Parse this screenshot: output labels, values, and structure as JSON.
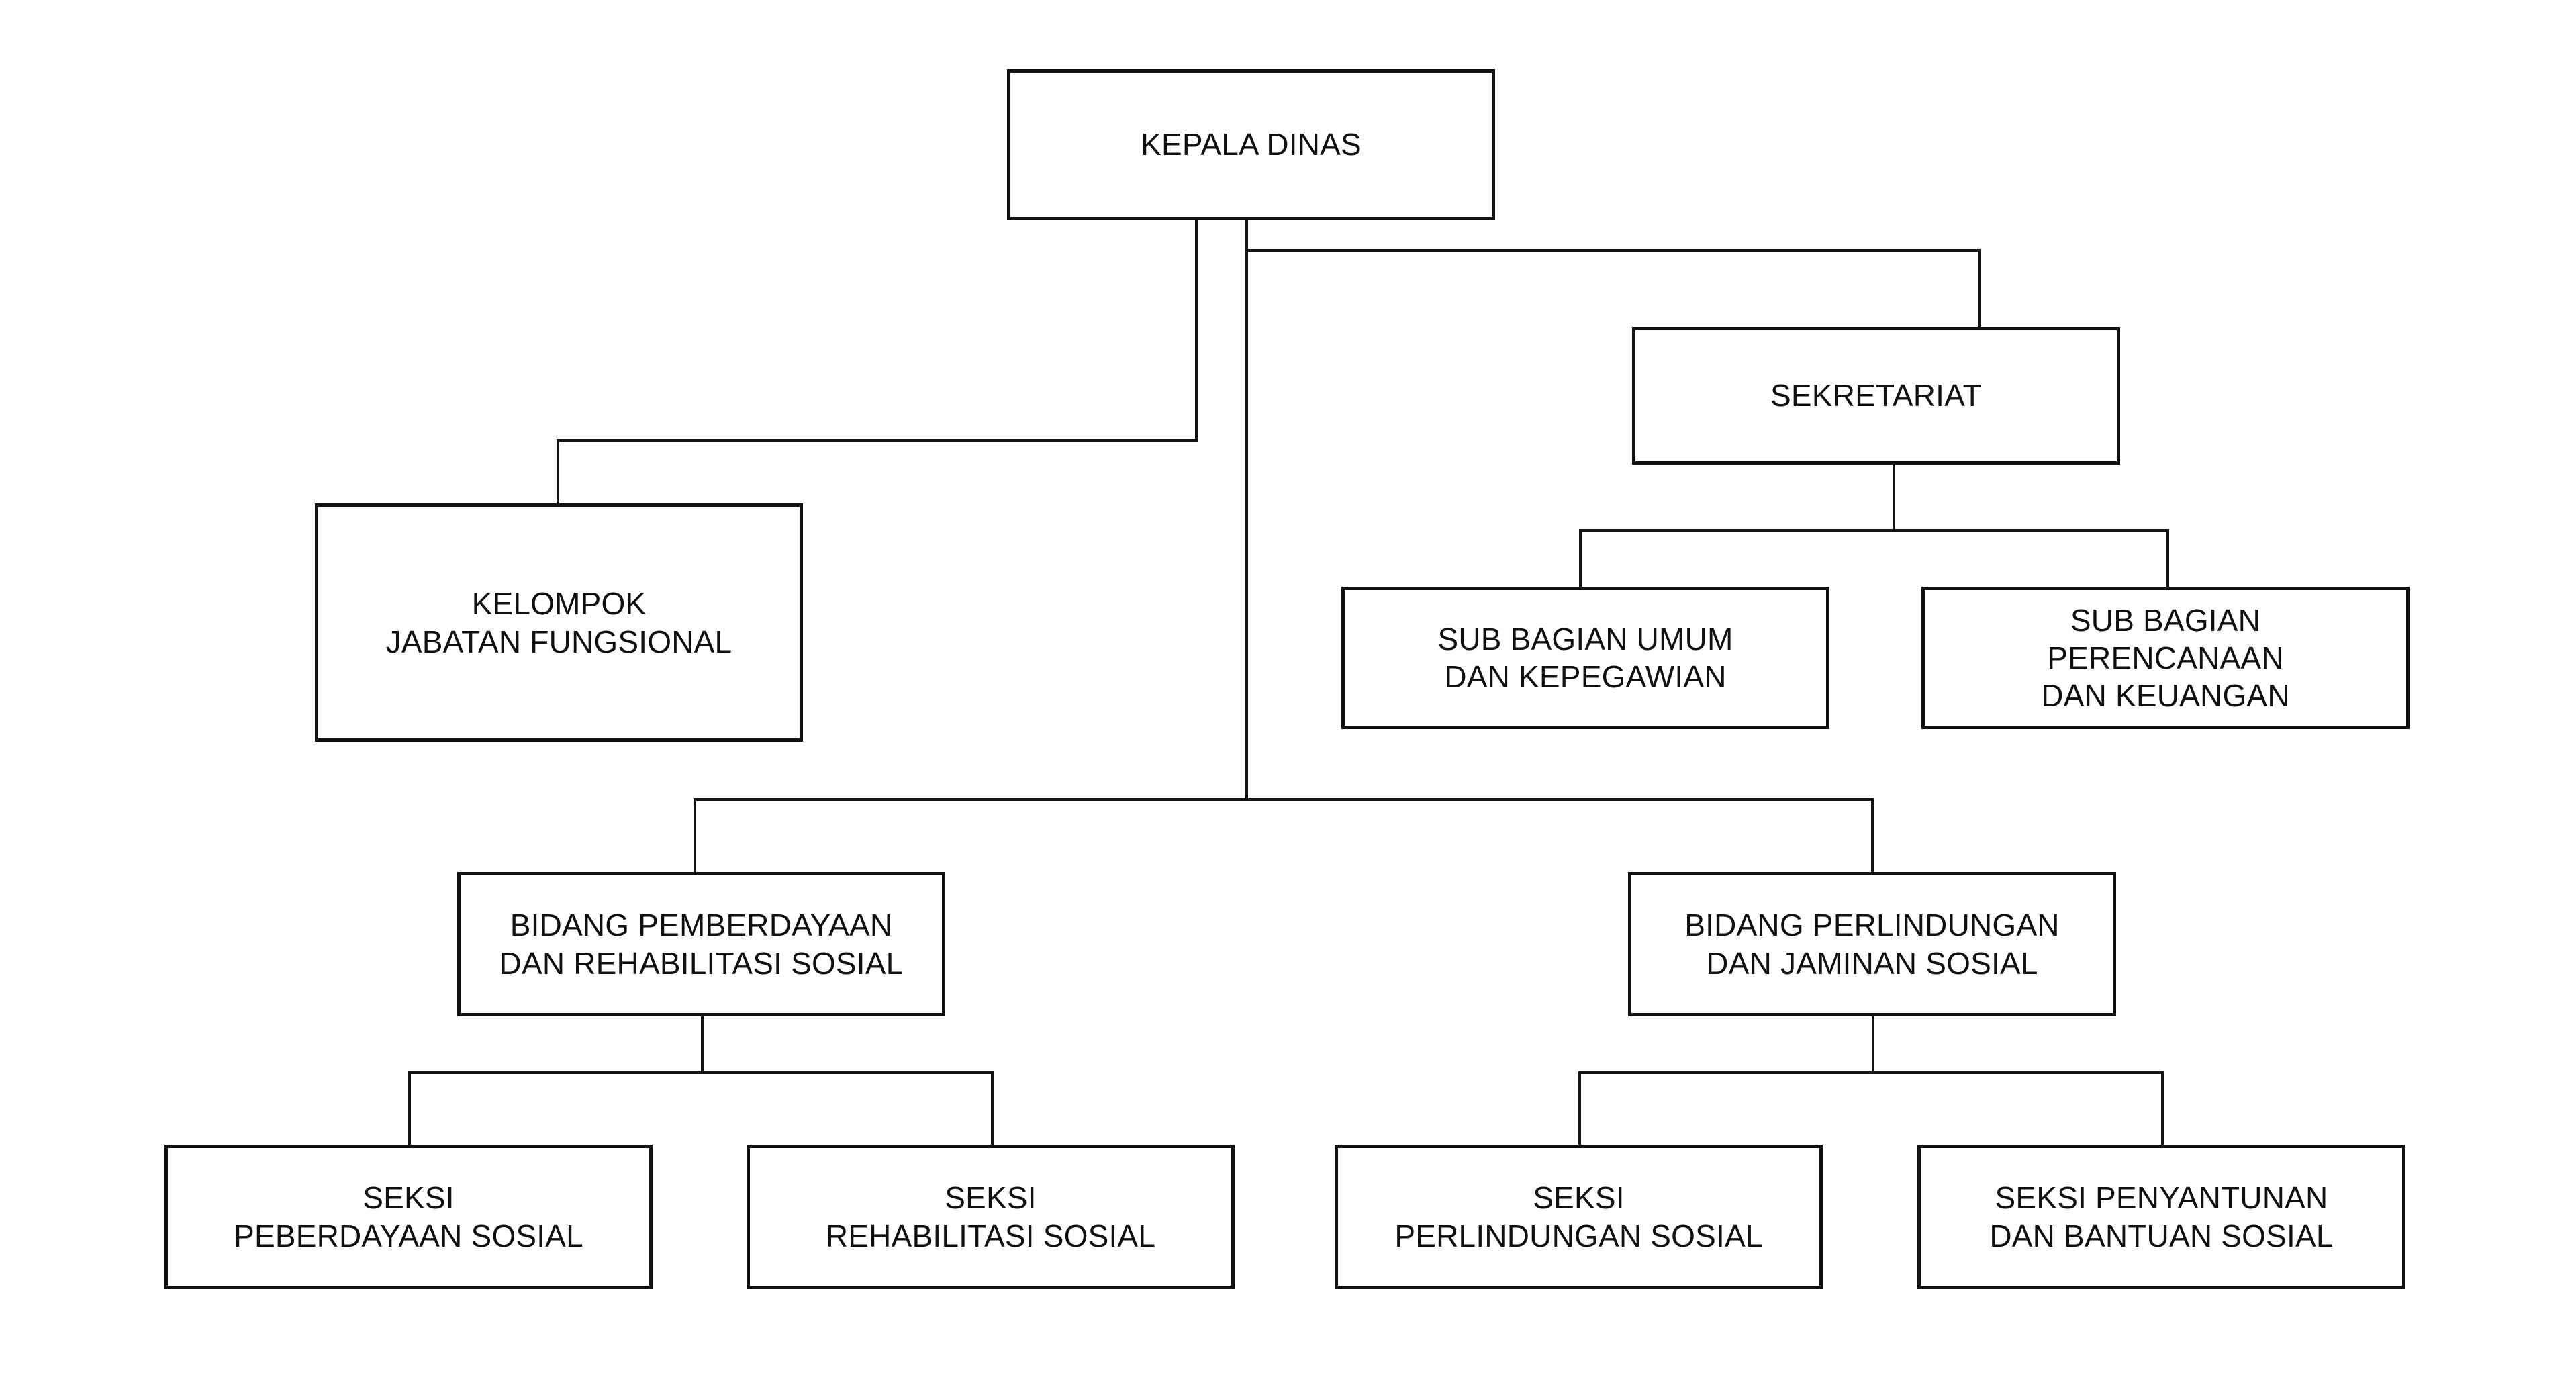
{
  "document": {
    "type": "organizational-chart",
    "language": "id",
    "background_color": "#ffffff",
    "line_color": "#141414",
    "box_border_color": "#111111",
    "text_color": "#101010"
  },
  "chart_data": {
    "type": "diagram",
    "subtype": "org-chart",
    "orientation": "top-down",
    "title": "",
    "nodes": [
      {
        "id": "kepala-dinas",
        "label": "KEPALA DINAS",
        "level": 0,
        "lines": [
          "KEPALA DINAS"
        ]
      },
      {
        "id": "sekretariat",
        "label": "SEKRETARIAT",
        "level": 1,
        "lines": [
          "SEKRETARIAT"
        ]
      },
      {
        "id": "kelompok-jabatan-fungsional",
        "label": "KELOMPOK\nJABATAN FUNGSIONAL",
        "level": 1,
        "lines": [
          "KELOMPOK",
          "JABATAN FUNGSIONAL"
        ]
      },
      {
        "id": "sub-bagian-umum-dan-kepegawian",
        "label": "SUB BAGIAN UMUM\nDAN KEPEGAWIAN",
        "level": 2,
        "lines": [
          "SUB BAGIAN UMUM",
          "DAN KEPEGAWIAN"
        ]
      },
      {
        "id": "sub-bagian-perencanaan-dan-keuangan",
        "label": "SUB BAGIAN\nPERENCANAAN\nDAN KEUANGAN",
        "level": 2,
        "lines": [
          "SUB BAGIAN",
          "PERENCANAAN",
          "DAN KEUANGAN"
        ]
      },
      {
        "id": "bidang-pemberdayaan-dan-rehabilitasi-sosial",
        "label": "BIDANG PEMBERDAYAAN\nDAN REHABILITASI SOSIAL",
        "level": 1,
        "lines": [
          "BIDANG PEMBERDAYAAN",
          "DAN REHABILITASI SOSIAL"
        ]
      },
      {
        "id": "bidang-perlindungan-dan-jaminan-sosial",
        "label": "BIDANG PERLINDUNGAN\nDAN JAMINAN SOSIAL",
        "level": 1,
        "lines": [
          "BIDANG PERLINDUNGAN",
          "DAN JAMINAN SOSIAL"
        ]
      },
      {
        "id": "seksi-peberdayaan-sosial",
        "label": "SEKSI\nPEBERDAYAAN SOSIAL",
        "level": 2,
        "lines": [
          "SEKSI",
          "PEBERDAYAAN SOSIAL"
        ]
      },
      {
        "id": "seksi-rehabilitasi-sosial",
        "label": "SEKSI\nREHABILITASI SOSIAL",
        "level": 2,
        "lines": [
          "SEKSI",
          "REHABILITASI SOSIAL"
        ]
      },
      {
        "id": "seksi-perlindungan-sosial",
        "label": "SEKSI\nPERLINDUNGAN SOSIAL",
        "level": 2,
        "lines": [
          "SEKSI",
          "PERLINDUNGAN SOSIAL"
        ]
      },
      {
        "id": "seksi-penyantunan-dan-bantuan-sosial",
        "label": "SEKSI PENYANTUNAN\nDAN BANTUAN SOSIAL",
        "level": 2,
        "lines": [
          "SEKSI PENYANTUNAN",
          "DAN BANTUAN SOSIAL"
        ]
      }
    ],
    "edges": [
      {
        "from": "kepala-dinas",
        "to": "sekretariat"
      },
      {
        "from": "kepala-dinas",
        "to": "kelompok-jabatan-fungsional",
        "style": "dashed-staff"
      },
      {
        "from": "kepala-dinas",
        "to": "bidang-pemberdayaan-dan-rehabilitasi-sosial"
      },
      {
        "from": "kepala-dinas",
        "to": "bidang-perlindungan-dan-jaminan-sosial"
      },
      {
        "from": "sekretariat",
        "to": "sub-bagian-umum-dan-kepegawian"
      },
      {
        "from": "sekretariat",
        "to": "sub-bagian-perencanaan-dan-keuangan"
      },
      {
        "from": "bidang-pemberdayaan-dan-rehabilitasi-sosial",
        "to": "seksi-peberdayaan-sosial"
      },
      {
        "from": "bidang-pemberdayaan-dan-rehabilitasi-sosial",
        "to": "seksi-rehabilitasi-sosial"
      },
      {
        "from": "bidang-perlindungan-dan-jaminan-sosial",
        "to": "seksi-perlindungan-sosial"
      },
      {
        "from": "bidang-perlindungan-dan-jaminan-sosial",
        "to": "seksi-penyantunan-dan-bantuan-sosial"
      }
    ]
  }
}
